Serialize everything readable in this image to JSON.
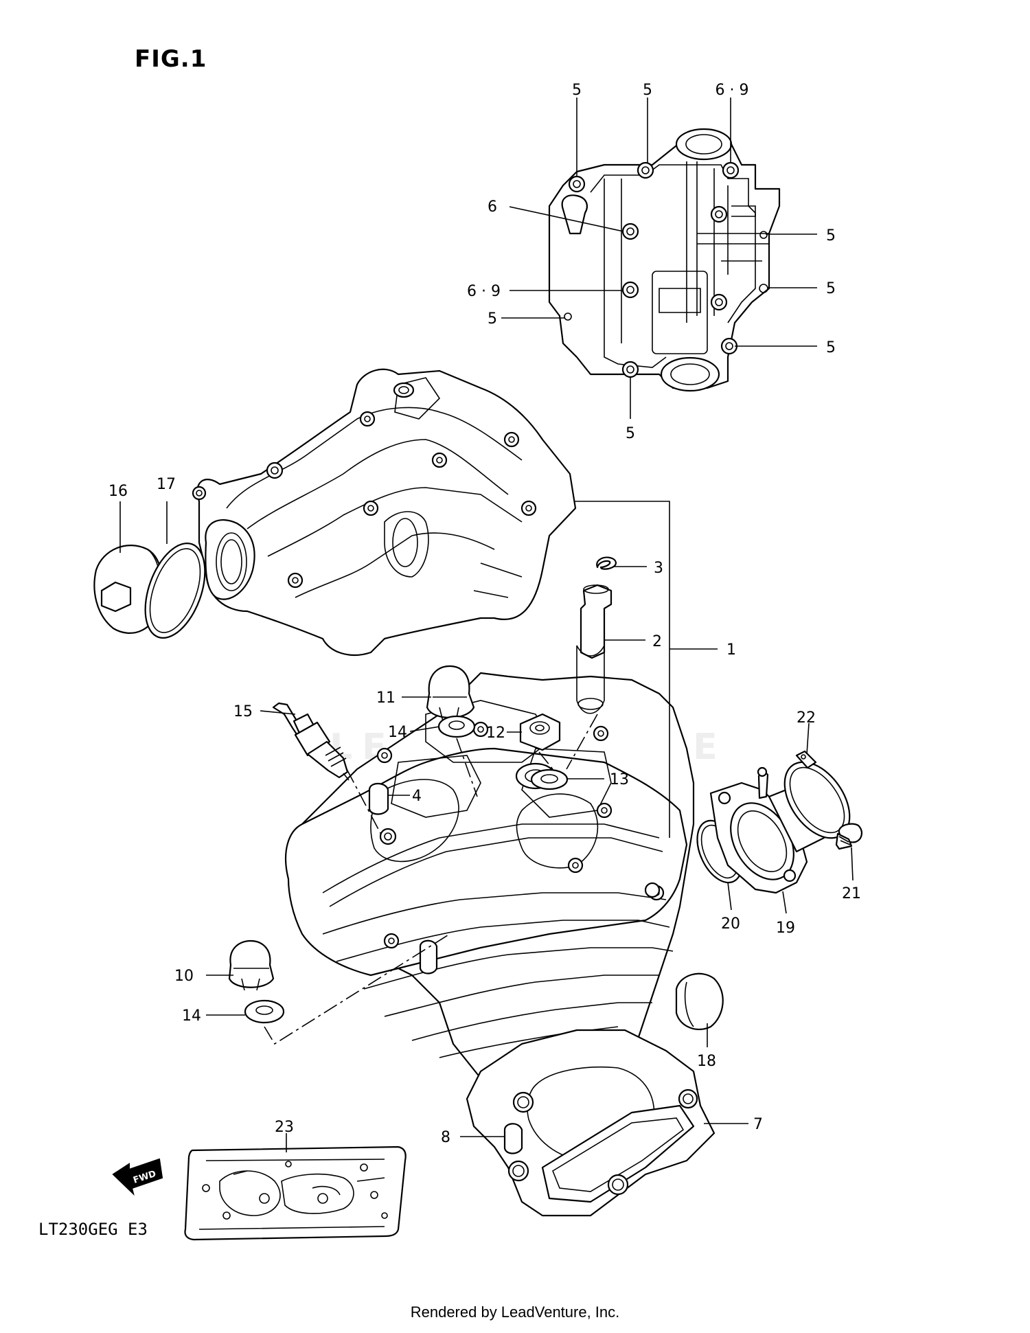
{
  "figure": {
    "title": "FIG.1",
    "model_code": "LT230GEG  E3",
    "render_credit": "Rendered by LeadVenture, Inc.",
    "watermark": "LEADVENTURE",
    "fwd_label": "FWD"
  },
  "callouts": {
    "c1": "1",
    "c2": "2",
    "c3": "3",
    "c4": "4",
    "c5a": "5",
    "c5b": "5",
    "c5c": "5",
    "c5d": "5",
    "c5e": "5",
    "c5f": "5",
    "c5g": "5",
    "c6": "6",
    "c69a": "6 · 9",
    "c69b": "6 · 9",
    "c7": "7",
    "c8": "8",
    "c10": "10",
    "c11": "11",
    "c12": "12",
    "c13": "13",
    "c14a": "14",
    "c14b": "14",
    "c15": "15",
    "c16": "16",
    "c17": "17",
    "c18": "18",
    "c19": "19",
    "c20": "20",
    "c21": "21",
    "c22": "22",
    "c23": "23"
  }
}
